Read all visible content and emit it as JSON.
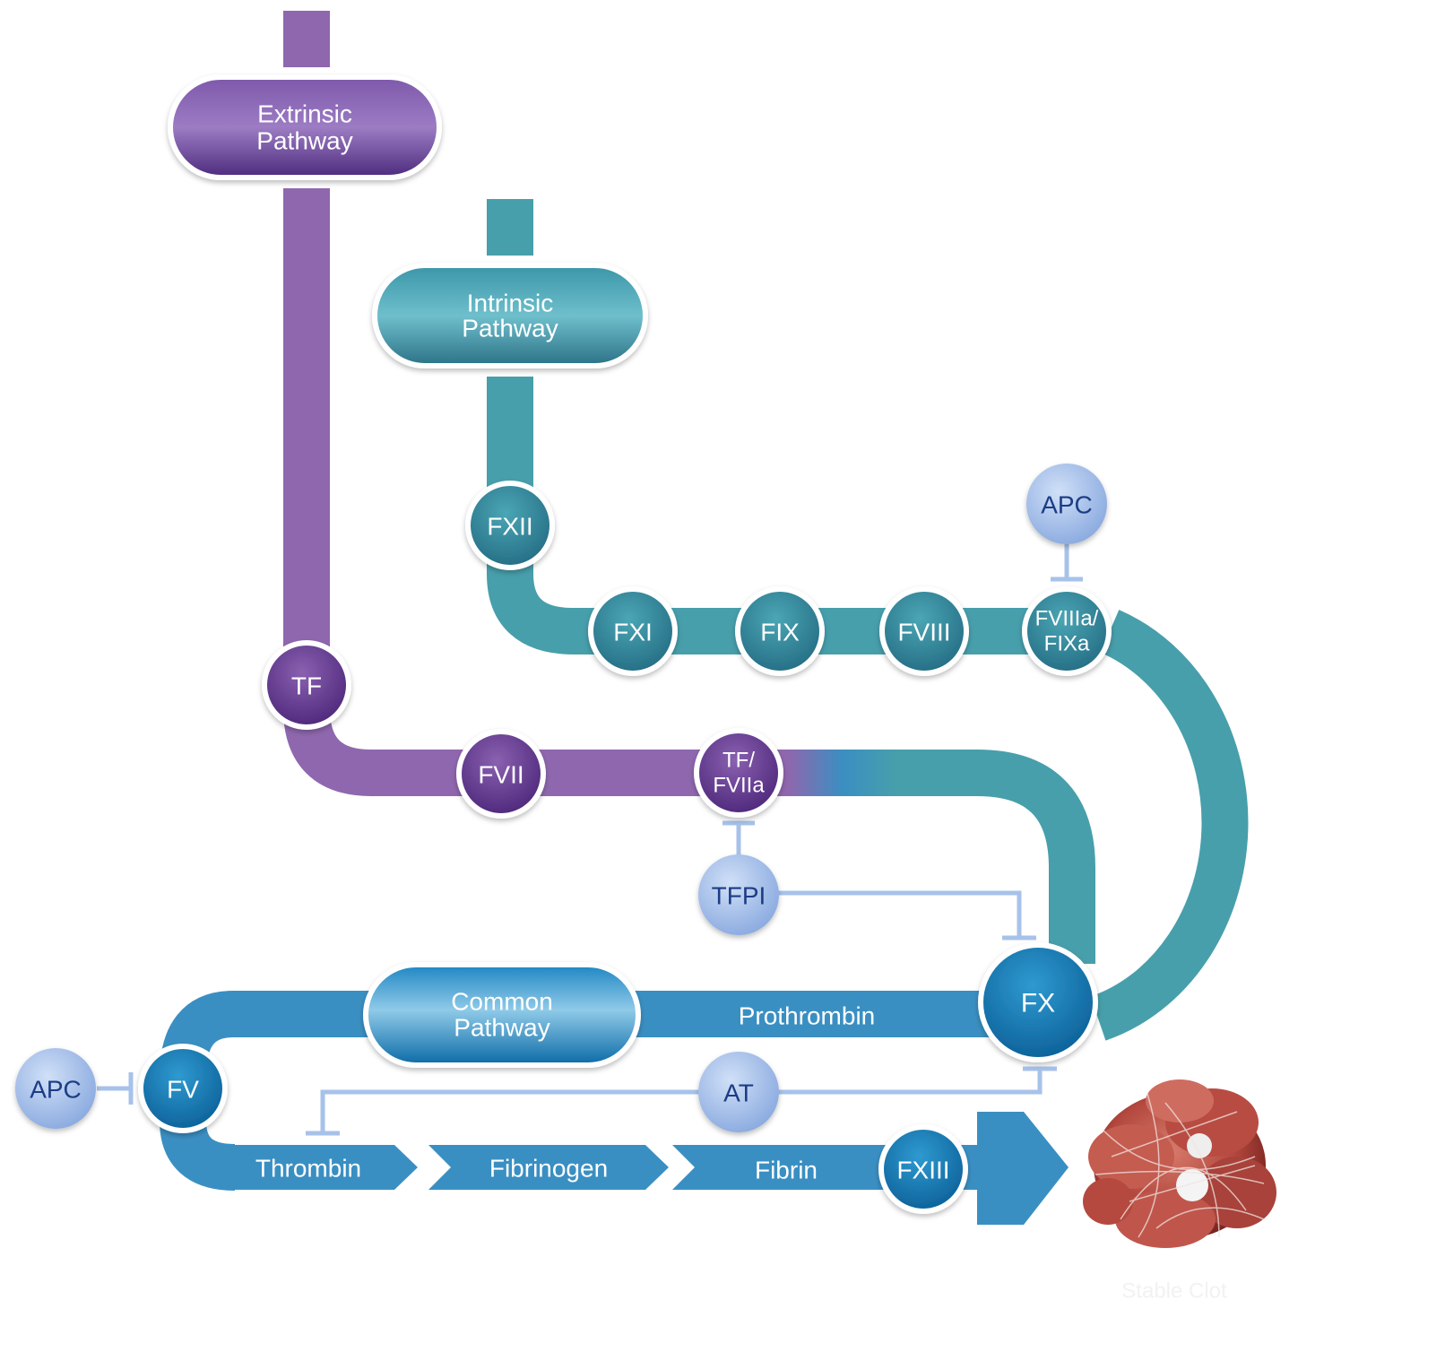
{
  "colors": {
    "extrinsic": "#8f67ae",
    "extrinsic_dark": "#4f2a7c",
    "intrinsic": "#479fab",
    "intrinsic_dark": "#2f7488",
    "common": "#3a8fc2",
    "common_dark": "#0f6ea5",
    "inhibitor": "#a7c2ea",
    "inhibitor_text": "#1f3d86"
  },
  "pathways": {
    "extrinsic": {
      "line1": "Extrinsic",
      "line2": "Pathway"
    },
    "intrinsic": {
      "line1": "Intrinsic",
      "line2": "Pathway"
    },
    "common": {
      "line1": "Common",
      "line2": "Pathway"
    }
  },
  "factors": {
    "tf": "TF",
    "fvii": "FVII",
    "tf_fviia": {
      "line1": "TF/",
      "line2": "FVIIa"
    },
    "fxii": "FXII",
    "fxi": "FXI",
    "fix": "FIX",
    "fviii": "FVIII",
    "fviiia_fixa": {
      "line1": "FVIIIa/",
      "line2": "FIXa"
    },
    "fx": "FX",
    "fv": "FV",
    "fxiii": "FXIII"
  },
  "inhibitors": {
    "apc_top": "APC",
    "apc_left": "APC",
    "tfpi": "TFPI",
    "at": "AT"
  },
  "steps": {
    "prothrombin": "Prothrombin",
    "thrombin": "Thrombin",
    "fibrinogen": "Fibrinogen",
    "fibrin": "Fibrin"
  },
  "result": {
    "caption": "Stable Clot",
    "image": "blood-clot-image"
  }
}
